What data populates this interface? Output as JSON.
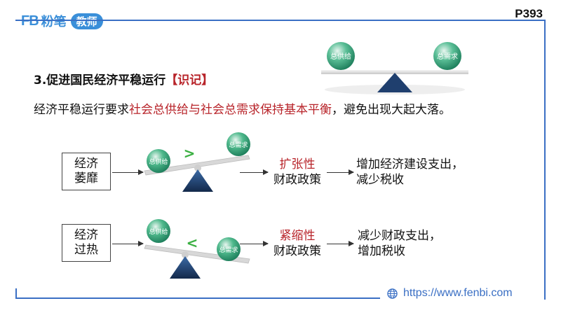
{
  "header": {
    "logo_mark": "FB",
    "logo_brand": "粉笔",
    "logo_tag": "教师",
    "page_number": "P393"
  },
  "section": {
    "title": "3.促进国民经济平稳运行",
    "tag": "【识记】"
  },
  "statement": {
    "prefix": "经济平稳运行要求",
    "highlight": "社会总供给与社会总需求保持基本平衡",
    "suffix": "，避免出现大起大落。"
  },
  "top_scale": {
    "left_ball": "总供给",
    "right_ball": "总需求"
  },
  "rows": [
    {
      "condition_line1": "经济",
      "condition_line2": "萎靡",
      "ball_supply": "总供给",
      "ball_demand": "总需求",
      "sign": ">",
      "policy_kind": "扩张性",
      "policy_name": "财政政策",
      "measure_line1": "增加经济建设支出，",
      "measure_line2": "减少税收"
    },
    {
      "condition_line1": "经济",
      "condition_line2": "过热",
      "ball_supply": "总供给",
      "ball_demand": "总需求",
      "sign": "<",
      "policy_kind": "紧缩性",
      "policy_name": "财政政策",
      "measure_line1": "减少财政支出，",
      "measure_line2": "增加税收"
    }
  ],
  "footer": {
    "url": "https://www.fenbi.com"
  },
  "colors": {
    "brand_blue": "#3a8fd9",
    "frame_blue": "#3a6fc4",
    "highlight_red": "#b8242a",
    "ball_green": "#2fa37a",
    "fulcrum_navy": "#1f3f6e",
    "sign_green": "#3cb043"
  },
  "icons": [
    "globe-icon"
  ]
}
